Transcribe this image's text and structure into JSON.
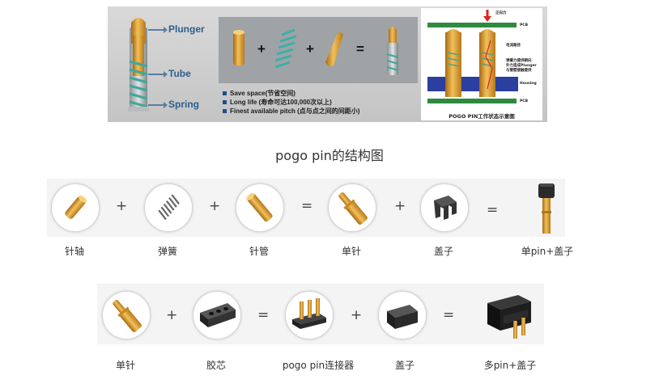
{
  "banner": {
    "labels": {
      "plunger": "Plunger",
      "tube": "Tube",
      "spring": "Spring"
    },
    "symbols": {
      "plus": "+",
      "equals": "="
    },
    "bullets": [
      "Save space(节省空间)",
      "Long life (寿命可达100,000次以上)",
      "Finest available pitch (点与点之间的间距小)"
    ],
    "diagram": {
      "force": "正向力",
      "pcb_top": "PCB",
      "current": "电流路径",
      "spring_note_1": "弹簧力提供朝向",
      "spring_note_2": "外力造成Plunger",
      "spring_note_3": "与管壁接触提供",
      "housing": "Housing",
      "pcb_bottom": "PCB",
      "caption": "POGO PIN工作状态示意图"
    }
  },
  "heading": "pogo pin的结构图",
  "row1": {
    "plus": "+",
    "equals": "=",
    "captions": [
      "针轴",
      "弹簧",
      "针管",
      "单针",
      "盖子",
      "单pin+盖子"
    ]
  },
  "row2": {
    "plus": "+",
    "equals": "=",
    "captions": [
      "单针",
      "胶芯",
      "pogo pin连接器",
      "盖子",
      "多pin+盖子"
    ]
  },
  "colors": {
    "gold": "#d4941e",
    "label_blue": "#2c5f8d",
    "spring_teal": "#4aa3a0",
    "housing_blue": "#2a3f9e",
    "pcb_green": "#2e8b3e"
  }
}
